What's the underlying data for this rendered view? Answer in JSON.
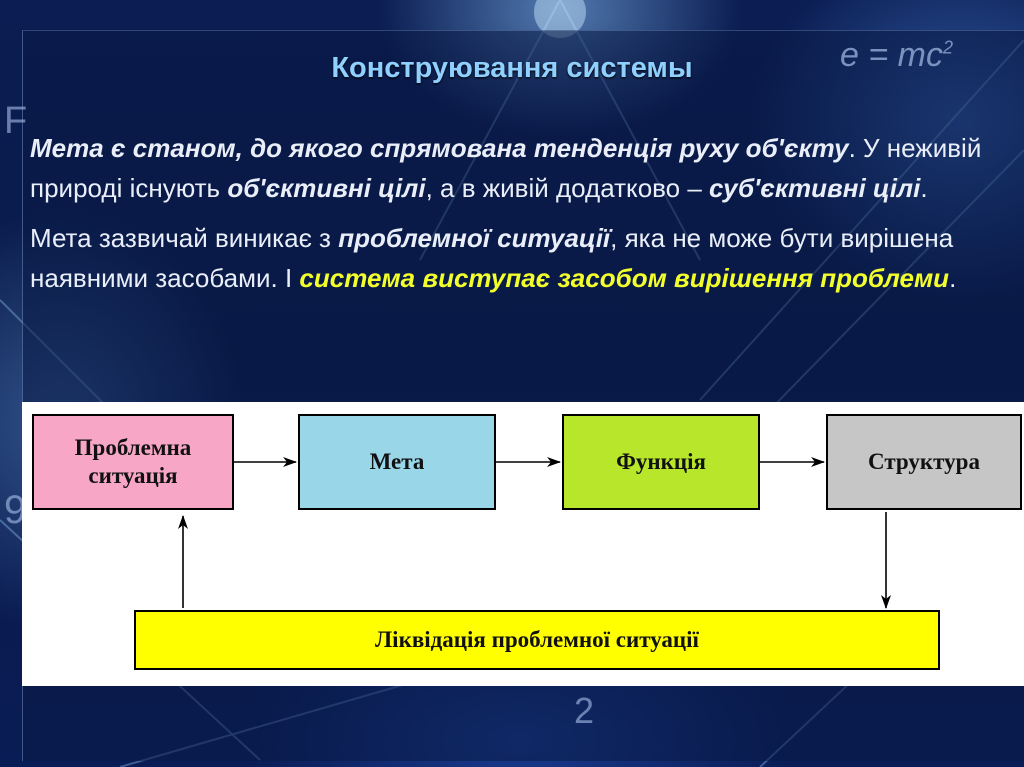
{
  "slide": {
    "title": "Конструювання системы",
    "formula_main": "e = mc",
    "formula_exp": "2",
    "deco_letter": "F",
    "deco_digit_left": "9",
    "deco_digit_bottom": "2"
  },
  "paragraph1": {
    "p1": "Мета є станом, до якого спрямована тенденція руху об'єкту",
    "p2": ". У неживій природі існують ",
    "p3": "об'єктивні цілі",
    "p4": ", а в живій додатково – ",
    "p5": "суб'єктивні цілі",
    "p6": "."
  },
  "paragraph2": {
    "p1": "Мета зазвичай виникає з ",
    "p2": "проблемної ситуації",
    "p3": ", яка не може бути вирішена наявними засобами. І ",
    "p4": "система виступає засобом вирішення проблеми",
    "p5": "."
  },
  "diagram": {
    "problem_situation": "Проблемна ситуація",
    "goal": "Мета",
    "function": "Функція",
    "structure": "Структура",
    "liquidation": "Ліквідація проблемної ситуації",
    "colors": {
      "problem_situation": "#f7a6c5",
      "goal": "#99d6e8",
      "function": "#b8e62b",
      "structure": "#c6c6c6",
      "liquidation": "#ffff00"
    }
  }
}
